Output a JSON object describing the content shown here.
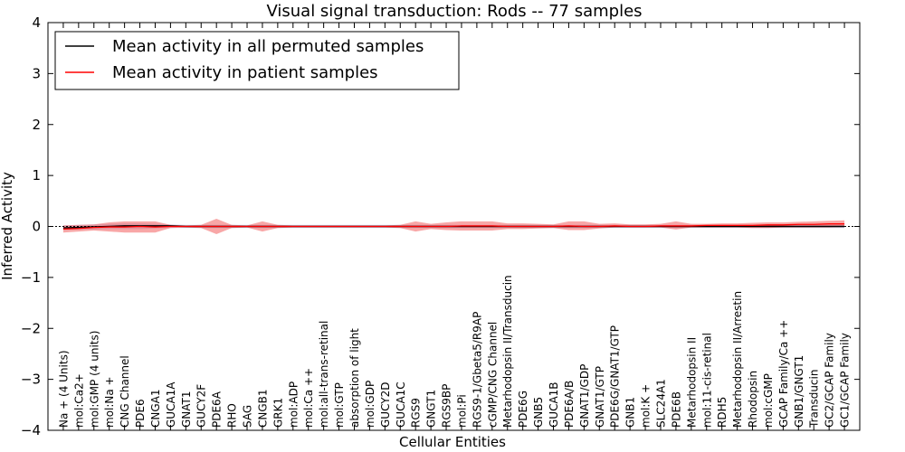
{
  "chart_data": {
    "type": "line",
    "title": "Visual signal transduction: Rods -- 77 samples",
    "xlabel": "Cellular Entities",
    "ylabel": "Inferred Activity",
    "ylim": [
      -4,
      4
    ],
    "yticks": [
      -4,
      -3,
      -2,
      -1,
      0,
      1,
      2,
      3,
      4
    ],
    "ytick_labels": [
      "−4",
      "−3",
      "−2",
      "−1",
      "0",
      "1",
      "2",
      "3",
      "4"
    ],
    "grid": false,
    "legend_position": "top-left",
    "categories": [
      "Na + (4 Units)",
      "mol:Ca2+",
      "mol:GMP (4 units)",
      "mol:Na +",
      "CNG Channel",
      "PDE6",
      "CNGA1",
      "GUCA1A",
      "GNAT1",
      "GUCY2F",
      "PDE6A",
      "RHO",
      "SAG",
      "CNGB1",
      "GRK1",
      "mol:ADP",
      "mol:Ca ++",
      "mol:all-trans-retinal",
      "mol:GTP",
      "absorption of light",
      "mol:GDP",
      "GUCY2D",
      "GUCA1C",
      "RGS9",
      "GNGT1",
      "RGS9BP",
      "mol:Pi",
      "RGS9-1/Gbeta5/R9AP",
      "cGMP/CNG Channel",
      "Metarhodopsin II/Transducin",
      "PDE6G",
      "GNB5",
      "GUCA1B",
      "PDE6A/B",
      "GNAT1/GDP",
      "GNAT1/GTP",
      "PDE6G/GNAT1/GTP",
      "GNB1",
      "mol:K +",
      "SLC24A1",
      "PDE6B",
      "Metarhodopsin II",
      "mol:11-cis-retinal",
      "RDH5",
      "Metarhodopsin II/Arrestin",
      "Rhodopsin",
      "mol:cGMP",
      "GCAP Family/Ca ++",
      "GNB1/GNGT1",
      "Transducin",
      "GC2/GCAP Family",
      "GC1/GCAP Family"
    ],
    "series": [
      {
        "name": "Mean activity in all permuted samples",
        "color": "#000000",
        "values": [
          -0.03,
          -0.02,
          -0.01,
          0.0,
          0.01,
          0.01,
          0.01,
          0.01,
          0.0,
          0.0,
          0.0,
          0.0,
          0.0,
          0.0,
          0.0,
          0.0,
          0.0,
          0.0,
          0.0,
          0.0,
          0.0,
          0.0,
          0.0,
          0.0,
          0.0,
          0.0,
          0.0,
          0.0,
          0.0,
          0.0,
          0.0,
          0.0,
          0.0,
          0.0,
          0.0,
          0.0,
          0.0,
          0.0,
          0.0,
          0.0,
          0.0,
          0.0,
          0.0,
          0.0,
          0.0,
          0.0,
          0.0,
          0.0,
          0.0,
          0.0,
          0.0,
          0.0
        ],
        "band_low": [
          -0.07,
          -0.06,
          -0.06,
          -0.05,
          -0.05,
          -0.05,
          -0.04,
          -0.03,
          -0.03,
          -0.03,
          -0.03,
          -0.03,
          -0.03,
          -0.03,
          -0.03,
          -0.03,
          -0.03,
          -0.03,
          -0.03,
          -0.03,
          -0.03,
          -0.03,
          -0.03,
          -0.03,
          -0.03,
          -0.03,
          -0.03,
          -0.03,
          -0.03,
          -0.03,
          -0.03,
          -0.03,
          -0.03,
          -0.03,
          -0.03,
          -0.03,
          -0.03,
          -0.03,
          -0.03,
          -0.03,
          -0.03,
          -0.03,
          -0.03,
          -0.03,
          -0.03,
          -0.03,
          -0.03,
          -0.03,
          -0.03,
          -0.03,
          -0.03,
          -0.03
        ],
        "band_high": [
          0.02,
          0.03,
          0.04,
          0.05,
          0.06,
          0.06,
          0.05,
          0.04,
          0.03,
          0.03,
          0.03,
          0.03,
          0.03,
          0.03,
          0.03,
          0.03,
          0.03,
          0.03,
          0.03,
          0.03,
          0.03,
          0.03,
          0.03,
          0.03,
          0.03,
          0.03,
          0.03,
          0.03,
          0.03,
          0.03,
          0.03,
          0.03,
          0.03,
          0.03,
          0.03,
          0.03,
          0.03,
          0.03,
          0.03,
          0.03,
          0.03,
          0.03,
          0.03,
          0.03,
          0.03,
          0.03,
          0.03,
          0.03,
          0.03,
          0.03,
          0.03,
          0.03
        ]
      },
      {
        "name": "Mean activity in patient samples",
        "color": "#ff0000",
        "values": [
          -0.05,
          -0.04,
          -0.02,
          -0.01,
          -0.01,
          0.0,
          -0.01,
          0.0,
          0.0,
          0.0,
          0.0,
          0.0,
          0.0,
          0.0,
          0.0,
          0.0,
          0.0,
          0.0,
          0.0,
          0.0,
          0.0,
          0.0,
          0.0,
          0.0,
          0.0,
          0.0,
          0.01,
          0.01,
          0.01,
          0.0,
          0.0,
          0.0,
          0.0,
          0.01,
          0.0,
          0.0,
          0.01,
          0.0,
          0.0,
          0.01,
          0.01,
          0.01,
          0.02,
          0.02,
          0.02,
          0.02,
          0.03,
          0.03,
          0.04,
          0.04,
          0.05,
          0.05
        ],
        "band_low": [
          -0.12,
          -0.1,
          -0.08,
          -0.1,
          -0.12,
          -0.12,
          -0.12,
          -0.03,
          -0.02,
          -0.03,
          -0.15,
          -0.03,
          -0.02,
          -0.1,
          -0.03,
          -0.02,
          -0.02,
          -0.02,
          -0.02,
          -0.02,
          -0.02,
          -0.02,
          -0.03,
          -0.1,
          -0.05,
          -0.07,
          -0.08,
          -0.08,
          -0.08,
          -0.05,
          -0.05,
          -0.04,
          -0.03,
          -0.07,
          -0.07,
          -0.04,
          -0.02,
          -0.02,
          -0.02,
          -0.02,
          -0.06,
          -0.02,
          -0.02,
          -0.02,
          -0.02,
          -0.03,
          -0.03,
          -0.02,
          -0.02,
          -0.02,
          -0.02,
          -0.01
        ],
        "band_high": [
          0.02,
          0.03,
          0.04,
          0.08,
          0.1,
          0.1,
          0.1,
          0.03,
          0.02,
          0.03,
          0.15,
          0.03,
          0.02,
          0.1,
          0.03,
          0.02,
          0.02,
          0.02,
          0.02,
          0.02,
          0.02,
          0.02,
          0.03,
          0.1,
          0.05,
          0.08,
          0.1,
          0.1,
          0.1,
          0.06,
          0.06,
          0.05,
          0.04,
          0.1,
          0.1,
          0.05,
          0.06,
          0.04,
          0.04,
          0.05,
          0.1,
          0.05,
          0.05,
          0.06,
          0.06,
          0.07,
          0.08,
          0.08,
          0.09,
          0.1,
          0.11,
          0.12
        ]
      }
    ],
    "zero_line": true
  }
}
